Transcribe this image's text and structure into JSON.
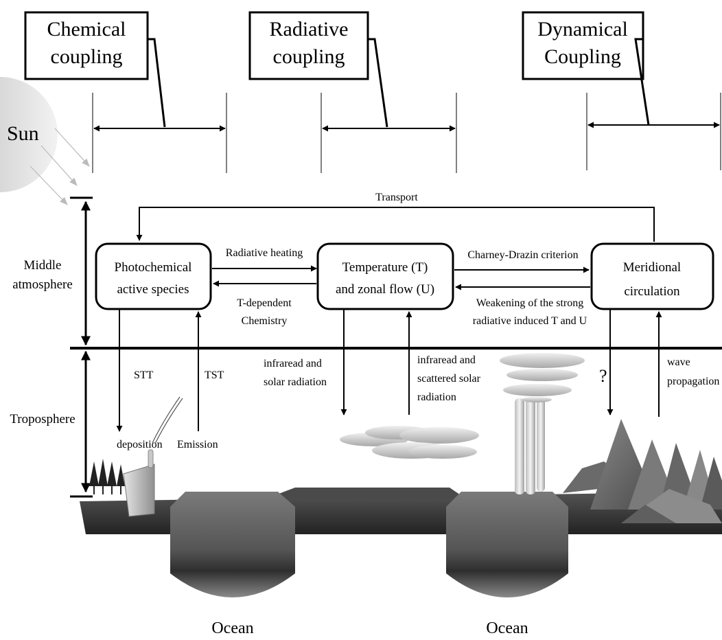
{
  "couplings": [
    {
      "line1": "Chemical",
      "line2": "coupling"
    },
    {
      "line1": "Radiative",
      "line2": "coupling"
    },
    {
      "line1": "Dynamical",
      "line2": "Coupling"
    }
  ],
  "sun_label": "Sun",
  "layers": {
    "middle_line1": "Middle",
    "middle_line2": "atmosphere",
    "troposphere": "Troposphere"
  },
  "boxes": {
    "photochemical": {
      "line1": "Photochemical",
      "line2": "active species"
    },
    "temperature": {
      "line1": "Temperature (T)",
      "line2": "and zonal flow (U)"
    },
    "meridional": {
      "line1": "Meridional",
      "line2": "circulation"
    }
  },
  "labels": {
    "transport": "Transport",
    "radiative_heating": "Radiative heating",
    "t_dependent_1": "T-dependent",
    "t_dependent_2": "Chemistry",
    "charney": "Charney-Drazin criterion",
    "weakening_1": "Weakening of the strong",
    "weakening_2": "radiative induced T and U",
    "stt": "STT",
    "tst": "TST",
    "deposition": "deposition",
    "emission": "Emission",
    "infrared_solar_1": "infraread and",
    "infrared_solar_2": "solar radiation",
    "infrared_scattered_1": "infraread and",
    "infrared_scattered_2": "scattered solar",
    "infrared_scattered_3": "radiation",
    "question": "?",
    "wave_1": "wave",
    "wave_2": "propagation",
    "ocean_left": "Ocean",
    "ocean_right": "Ocean"
  }
}
